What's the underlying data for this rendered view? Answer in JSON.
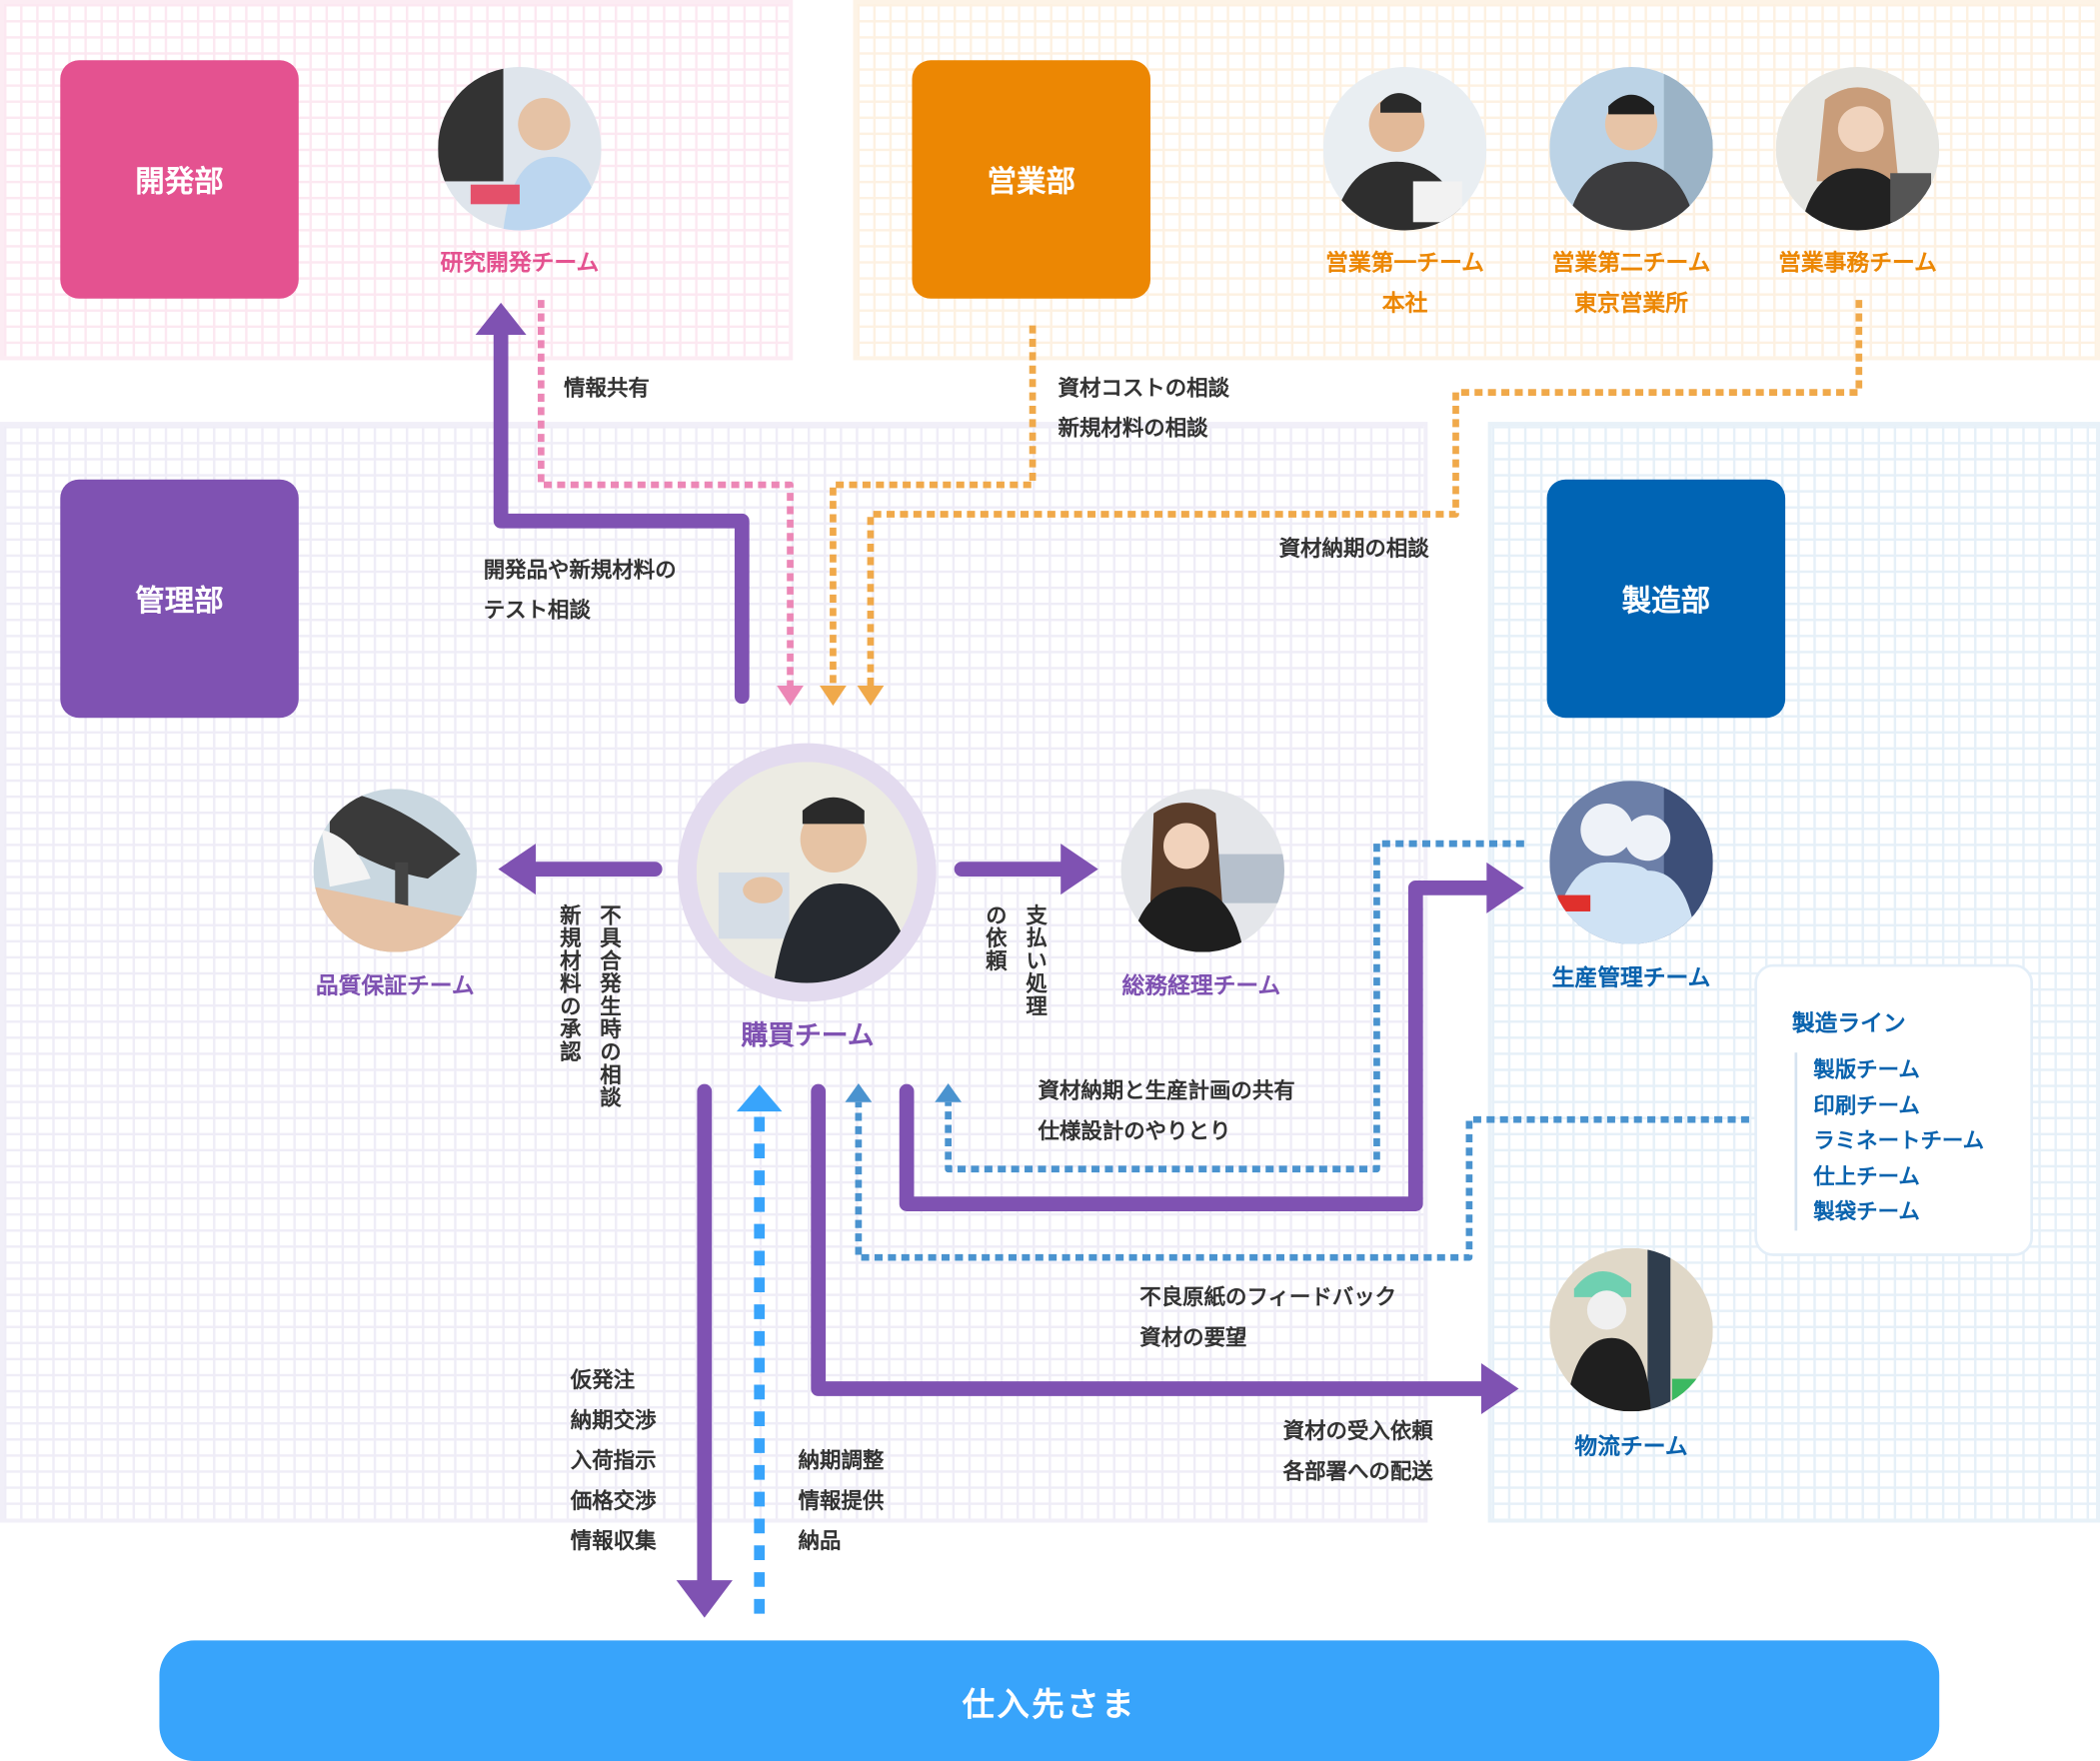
{
  "colors": {
    "development": "#e45290",
    "sales": "#ec8703",
    "admin": "#7f52b2",
    "manufacturing": "#0064b4",
    "supplier": "#38a4fb",
    "arrow_purple": "#7f52b2",
    "dotted_pink": "#ec87b6",
    "dotted_orange": "#f0a94a",
    "dotted_blue": "#4a93cf",
    "dotted_lightblue": "#38a4fb"
  },
  "departments": {
    "development": "開発部",
    "sales": "営業部",
    "admin": "管理部",
    "manufacturing": "製造部"
  },
  "teams": {
    "rnd": "研究開発チーム",
    "sales1": [
      "営業第一チーム",
      "本社"
    ],
    "sales2": [
      "営業第二チーム",
      "東京営業所"
    ],
    "sales_office": "営業事務チーム",
    "purchasing": "購買チーム",
    "quality": "品質保証チーム",
    "accounting": "総務経理チーム",
    "production_control": "生産管理チーム",
    "logistics": "物流チーム"
  },
  "manufacturing_line": {
    "title": "製造ライン",
    "teams": [
      "製版チーム",
      "印刷チーム",
      "ラミネートチーム",
      "仕上チーム",
      "製袋チーム"
    ]
  },
  "flows": {
    "info_share": "情報共有",
    "material_cost": [
      "資材コストの相談",
      "新規材料の相談"
    ],
    "delivery_consult": "資材納期の相談",
    "test_consult": [
      "開発品や新規材料の",
      "テスト相談"
    ],
    "quality_consult": [
      "不具合発生時の相談",
      "新規材料の承認"
    ],
    "payment_request": [
      "支払い処理",
      "の依頼"
    ],
    "production_share": [
      "資材納期と生産計画の共有",
      "仕様設計のやりとり"
    ],
    "feedback": [
      "不良原紙のフィードバック",
      "資材の要望"
    ],
    "logistics_request": [
      "資材の受入依頼",
      "各部署への配送"
    ],
    "to_supplier": [
      "仮発注",
      "納期交渉",
      "入荷指示",
      "価格交渉",
      "情報収集"
    ],
    "from_supplier": [
      "納期調整",
      "情報提供",
      "納品"
    ]
  },
  "supplier": "仕入先さま"
}
